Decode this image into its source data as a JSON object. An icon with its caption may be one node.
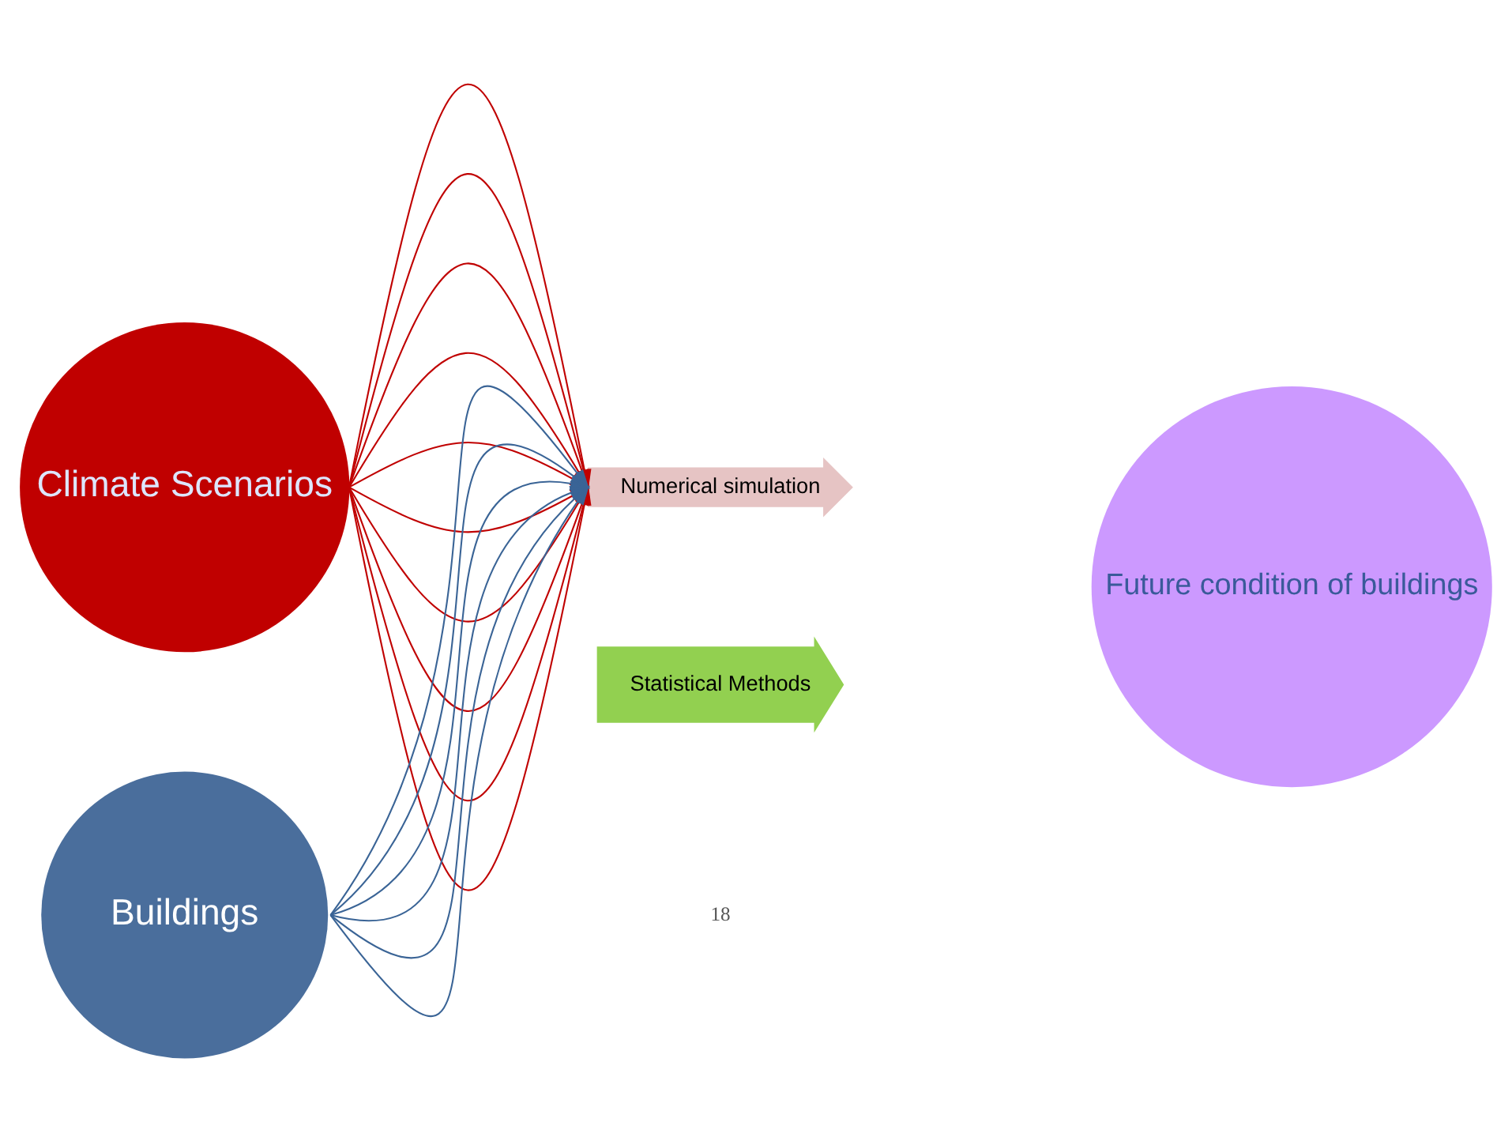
{
  "diagram": {
    "nodes": [
      {
        "text": [
          "Climate Scenarios"
        ]
      },
      {
        "text": [
          "Buildings"
        ]
      },
      {
        "text": [
          "Numerical simulation"
        ]
      },
      {
        "text": [
          "Statistical Methods"
        ]
      },
      {
        "text": [
          "Future condition of buildings"
        ]
      }
    ],
    "edges": [
      {
        "from": 0,
        "to": 2,
        "arrow": "to",
        "color": "#c00000"
      },
      {
        "from": 0,
        "to": 2,
        "arrow": "to",
        "color": "#c00000"
      },
      {
        "from": 0,
        "to": 2,
        "arrow": "to",
        "color": "#c00000"
      },
      {
        "from": 0,
        "to": 2,
        "arrow": "to",
        "color": "#c00000"
      },
      {
        "from": 0,
        "to": 2,
        "arrow": "to",
        "color": "#c00000"
      },
      {
        "from": 0,
        "to": 2,
        "arrow": "to",
        "color": "#c00000"
      },
      {
        "from": 0,
        "to": 2,
        "arrow": "to",
        "color": "#c00000"
      },
      {
        "from": 0,
        "to": 2,
        "arrow": "to",
        "color": "#c00000"
      },
      {
        "from": 0,
        "to": 2,
        "arrow": "to",
        "color": "#c00000"
      },
      {
        "from": 0,
        "to": 2,
        "arrow": "to",
        "color": "#c00000"
      },
      {
        "from": 1,
        "to": 2,
        "arrow": "to",
        "color": "#3a6496"
      },
      {
        "from": 1,
        "to": 2,
        "arrow": "to",
        "color": "#3a6496"
      },
      {
        "from": 1,
        "to": 2,
        "arrow": "to",
        "color": "#3a6496"
      },
      {
        "from": 1,
        "to": 2,
        "arrow": "to",
        "color": "#3a6496"
      },
      {
        "from": 1,
        "to": 2,
        "arrow": "to",
        "color": "#3a6496"
      },
      {
        "from": 1,
        "to": 2,
        "arrow": "to",
        "color": "#3a6496"
      }
    ],
    "labels": [
      "18"
    ]
  }
}
